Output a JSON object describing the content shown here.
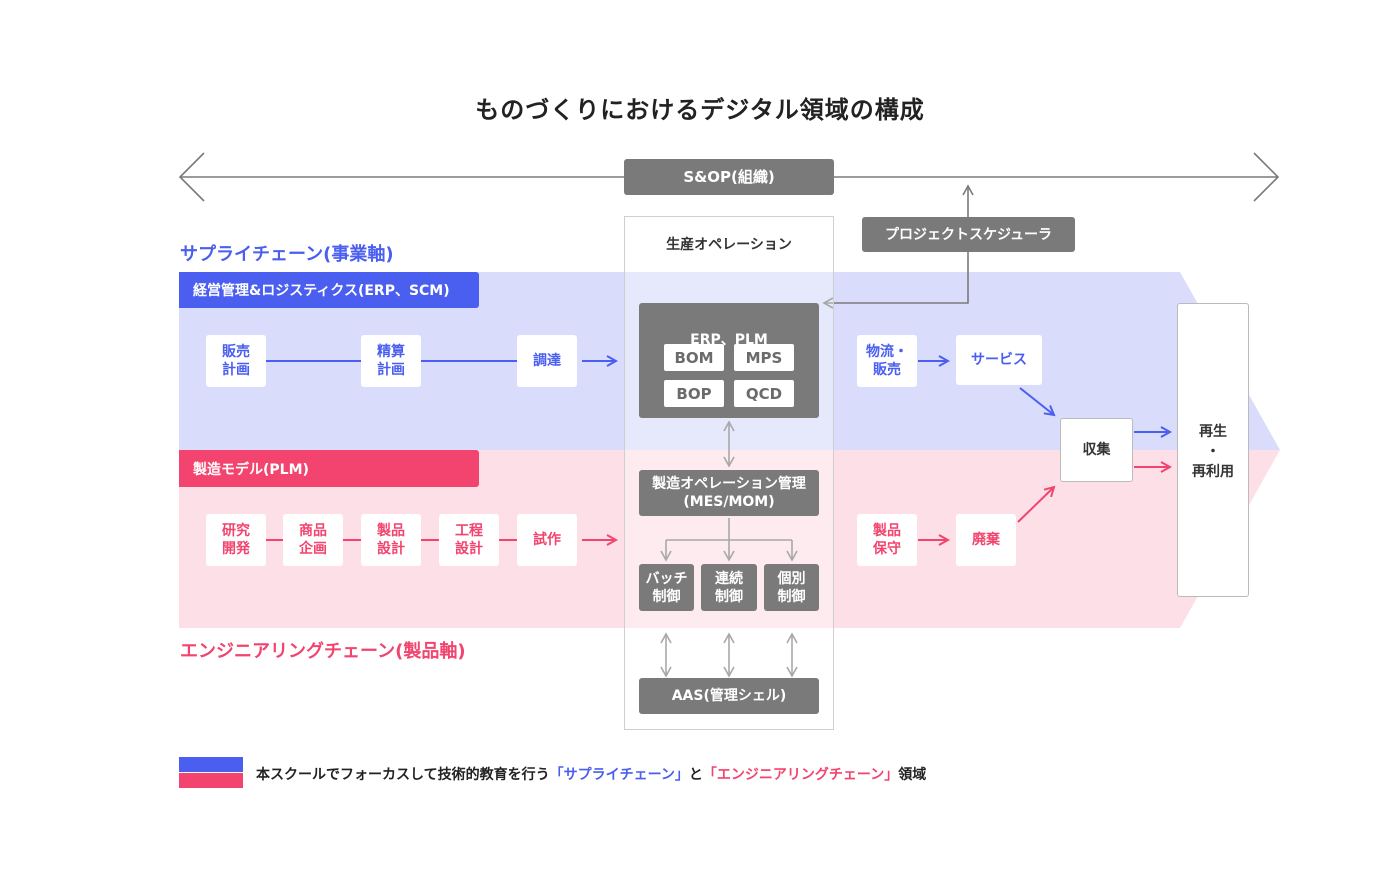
{
  "title": "ものづくりにおけるデジタル領域の構成",
  "sop_label": "S&OP(組織)",
  "scheduler_label": "プロジェクトスケジューラ",
  "supply_chain_title": "サプライチェーン(事業軸)",
  "engineering_chain_title": "エンジニアリングチェーン(製品軸)",
  "supply_tag": "経営管理&ロジスティクス(ERP、SCM)",
  "engineering_tag": "製造モデル(PLM)",
  "ops_title": "生産オペレーション",
  "erp_box": {
    "title": "ERP、PLM",
    "items": [
      "BOM",
      "MPS",
      "BOP",
      "QCD"
    ]
  },
  "mes_label": "製造オペレーション管理\n(MES/MOM)",
  "control_boxes": [
    "バッチ\n制御",
    "連続\n制御",
    "個別\n制御"
  ],
  "aas_label": "AAS(管理シェル)",
  "supply_nodes": [
    "販売\n計画",
    "精算\n計画",
    "調達",
    "物流・\n販売",
    "サービス"
  ],
  "engineering_nodes": [
    "研究\n開発",
    "商品\n企画",
    "製品\n設計",
    "工程\n設計",
    "試作",
    "製品\n保守",
    "廃棄"
  ],
  "collect_label": "収集",
  "reuse_label": "再生\n・\n再利用",
  "legend": {
    "prefix": "本スクールでフォーカスして技術的教育を行う",
    "supply": "「サプライチェーン」",
    "middle": "と",
    "engineering": "「エンジニアリングチェーン」",
    "suffix": "領域"
  },
  "colors": {
    "blue": "#4a5ef0",
    "pink": "#f2446e",
    "blue_band": "#d9ddfb",
    "pink_band": "#fde0e7",
    "gray": "#7a7a7a"
  }
}
